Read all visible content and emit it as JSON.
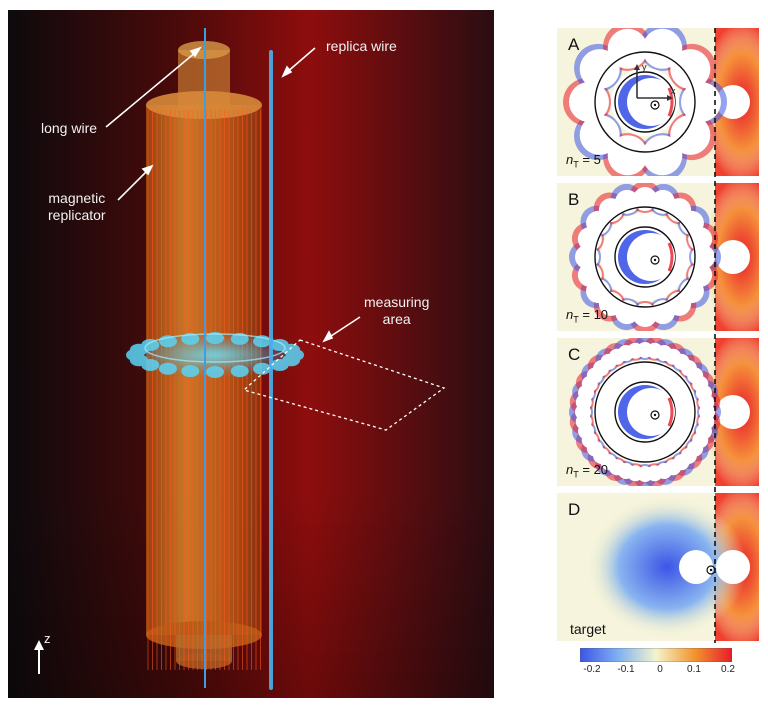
{
  "left_figure": {
    "labels": {
      "long_wire": "long wire",
      "replica_wire": "replica wire",
      "magnetic_replicator": "magnetic\nreplicator",
      "measuring_area": "measuring\narea",
      "z_axis": "z"
    },
    "colors": {
      "background_dark": "#1a0f12",
      "background_red": "#8a0a0a",
      "cylinder": "#d46a1a",
      "wire": "#3aa0e0",
      "glow": "#58d8ff"
    }
  },
  "panels": [
    {
      "letter": "A",
      "n_label": "n",
      "n_sub": "T",
      "n_value": "= 5",
      "petals": 5
    },
    {
      "letter": "B",
      "n_label": "n",
      "n_sub": "T",
      "n_value": "= 10",
      "petals": 10
    },
    {
      "letter": "C",
      "n_label": "n",
      "n_sub": "T",
      "n_value": "= 20",
      "petals": 20
    },
    {
      "letter": "D",
      "target_label": "target"
    }
  ],
  "axes_labels": {
    "x": "x",
    "y": "y"
  },
  "colorbar": {
    "ticks": [
      "-0.2",
      "-0.1",
      "0",
      "0.1",
      "0.2"
    ],
    "colors": {
      "neg": "#3d55e6",
      "mid": "#f2f2c8",
      "pos": "#e81c2a"
    }
  }
}
